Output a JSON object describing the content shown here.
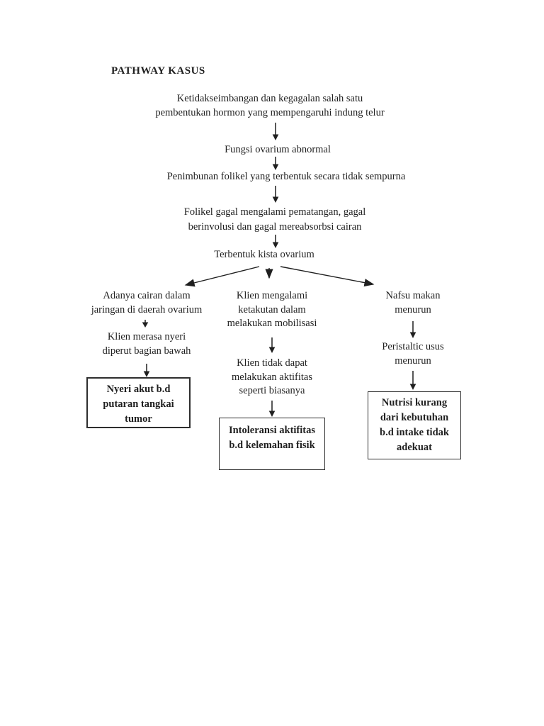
{
  "title": "PATHWAY KASUS",
  "colors": {
    "background": "#ffffff",
    "text": "#1f1f1f",
    "box_border": "#2e2e2e"
  },
  "icons": {
    "arrow_down": "↓",
    "arrow_branch_left": "↙",
    "arrow_branch_right": "↘"
  },
  "main_chain": {
    "node1": "Ketidakseimbangan dan kegagalan salah satu\npembentukan hormon yang mempengaruhi indung telur",
    "node2": "Fungsi ovarium abnormal",
    "node3": "Penimbunan folikel yang terbentuk secara tidak sempurna",
    "node4": "Folikel gagal mengalami pematangan, gagal\nberinvolusi dan gagal mereabsorbsi cairan",
    "node5": "Terbentuk kista ovarium"
  },
  "branches": {
    "left": {
      "step1": "Adanya cairan dalam\njaringan di daerah ovarium",
      "step2": "Klien merasa nyeri\ndiperut bagian bawah",
      "diagnosis": "Nyeri akut b.d\nputaran tangkai\ntumor"
    },
    "middle": {
      "step1": "Klien mengalami\nketakutan dalam\nmelakukan mobilisasi",
      "step2": "Klien tidak dapat\nmelakukan aktifitas\nseperti biasanya",
      "diagnosis": "Intoleransi aktifitas\nb.d kelemahan fisik"
    },
    "right": {
      "step1": "Nafsu makan\nmenurun",
      "step2": "Peristaltic usus\nmenurun",
      "diagnosis": "Nutrisi kurang\ndari kebutuhan\nb.d intake tidak\nadekuat"
    }
  }
}
